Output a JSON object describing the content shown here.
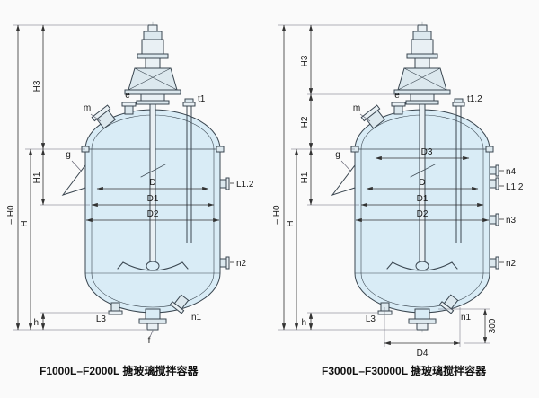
{
  "colors": {
    "background": "#fafafa",
    "vessel_fill": "#d9ecf6",
    "line": "#333333"
  },
  "diagrams": {
    "left": {
      "caption": "F1000L–F2000L 搪玻璃搅拌容器",
      "dims": {
        "H0": "– H0",
        "H": "H",
        "H1": "H1",
        "H3": "H3",
        "h": "h",
        "D": "D",
        "D1": "D1",
        "D2": "D2"
      },
      "nozzles": {
        "m": "m",
        "e": "e",
        "g": "g",
        "t1": "t1",
        "L12": "L1.2",
        "n1": "n1",
        "n2": "n2",
        "L3": "L3",
        "f": "f"
      }
    },
    "right": {
      "caption": "F3000L–F30000L 搪玻璃搅拌容器",
      "dims": {
        "H0": "– H0",
        "H": "H",
        "H1": "H1",
        "H2": "H2",
        "H3": "H3",
        "h": "h",
        "D": "D",
        "D1": "D1",
        "D2": "D2",
        "D3": "D3",
        "D4": "D4",
        "d300": "300"
      },
      "nozzles": {
        "m": "m",
        "e": "e",
        "g": "g",
        "t12": "t1.2",
        "L12": "L1.2",
        "n1": "n1",
        "n2": "n2",
        "n3": "n3",
        "n4": "n4",
        "L3": "L3"
      }
    }
  }
}
